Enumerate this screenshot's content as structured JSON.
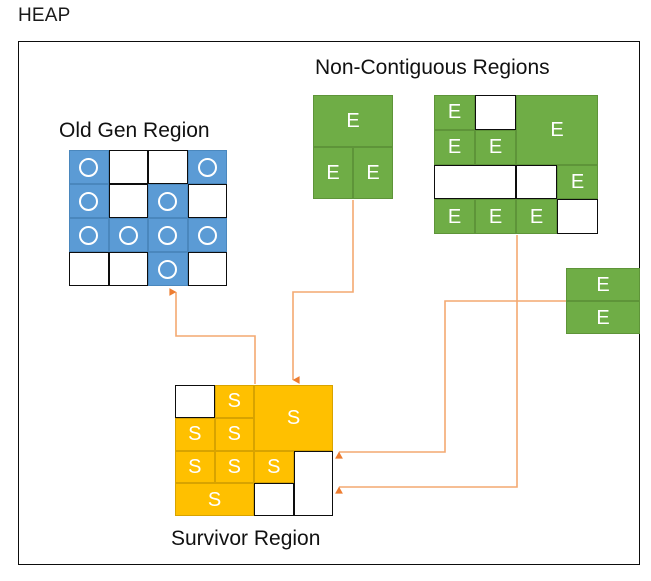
{
  "diagram": {
    "heap_label": "HEAP",
    "colors": {
      "old_gen": "#5B9BD5",
      "eden": "#6FAD46",
      "survivor": "#FFC000",
      "connector": "#ED7D31",
      "outline": "#0D0D0D",
      "background": "#FFFFFF"
    },
    "captions": {
      "old_gen": "Old Gen Region",
      "non_contiguous": "Non-Contiguous Regions",
      "survivor": "Survivor Region"
    },
    "cell_labels": {
      "old": "O",
      "eden": "E",
      "survivor": "S"
    },
    "old_gen_region": {
      "label": "Old Gen Region",
      "rows": 4,
      "cols": 4,
      "grid": [
        [
          "O",
          "",
          "",
          "O"
        ],
        [
          "O",
          "",
          "O",
          ""
        ],
        [
          "O",
          "O",
          "O",
          "O"
        ],
        [
          "",
          "",
          "O",
          ""
        ]
      ]
    },
    "eden_block_left": {
      "rows": 2,
      "cols": 2,
      "cells": [
        {
          "label": "E",
          "row": 0,
          "col": 0,
          "rowspan": 1,
          "colspan": 2
        },
        {
          "label": "E",
          "row": 1,
          "col": 0,
          "rowspan": 1,
          "colspan": 1
        },
        {
          "label": "E",
          "row": 1,
          "col": 1,
          "rowspan": 1,
          "colspan": 1
        }
      ]
    },
    "eden_block_right": {
      "rows": 4,
      "cols": 4,
      "cells": [
        {
          "label": "E",
          "row": 0,
          "col": 0,
          "rowspan": 1,
          "colspan": 1
        },
        {
          "label": "",
          "row": 0,
          "col": 1,
          "rowspan": 1,
          "colspan": 1
        },
        {
          "label": "E",
          "row": 0,
          "col": 2,
          "rowspan": 2,
          "colspan": 2
        },
        {
          "label": "E",
          "row": 1,
          "col": 0,
          "rowspan": 1,
          "colspan": 1
        },
        {
          "label": "E",
          "row": 1,
          "col": 1,
          "rowspan": 1,
          "colspan": 1
        },
        {
          "label": "",
          "row": 2,
          "col": 0,
          "rowspan": 1,
          "colspan": 2
        },
        {
          "label": "",
          "row": 2,
          "col": 2,
          "rowspan": 1,
          "colspan": 1
        },
        {
          "label": "E",
          "row": 2,
          "col": 3,
          "rowspan": 1,
          "colspan": 1
        },
        {
          "label": "E",
          "row": 3,
          "col": 0,
          "rowspan": 1,
          "colspan": 1
        },
        {
          "label": "E",
          "row": 3,
          "col": 1,
          "rowspan": 1,
          "colspan": 1
        },
        {
          "label": "E",
          "row": 3,
          "col": 2,
          "rowspan": 1,
          "colspan": 1
        },
        {
          "label": "",
          "row": 3,
          "col": 3,
          "rowspan": 1,
          "colspan": 1
        }
      ]
    },
    "eden_block_side": {
      "rows": 2,
      "cols": 1,
      "cells": [
        {
          "label": "E",
          "row": 0,
          "col": 0
        },
        {
          "label": "E",
          "row": 1,
          "col": 0
        }
      ]
    },
    "survivor_region": {
      "label": "Survivor Region",
      "rows": 4,
      "cols": 4,
      "cells": [
        {
          "label": "",
          "row": 0,
          "col": 0,
          "rowspan": 1,
          "colspan": 1
        },
        {
          "label": "S",
          "row": 0,
          "col": 1,
          "rowspan": 1,
          "colspan": 1
        },
        {
          "label": "S",
          "row": 0,
          "col": 2,
          "rowspan": 2,
          "colspan": 2
        },
        {
          "label": "S",
          "row": 1,
          "col": 0,
          "rowspan": 1,
          "colspan": 1
        },
        {
          "label": "S",
          "row": 1,
          "col": 1,
          "rowspan": 1,
          "colspan": 1
        },
        {
          "label": "S",
          "row": 2,
          "col": 0,
          "rowspan": 1,
          "colspan": 1
        },
        {
          "label": "S",
          "row": 2,
          "col": 1,
          "rowspan": 1,
          "colspan": 1
        },
        {
          "label": "S",
          "row": 2,
          "col": 2,
          "rowspan": 1,
          "colspan": 1
        },
        {
          "label": "",
          "row": 2,
          "col": 3,
          "rowspan": 2,
          "colspan": 1
        },
        {
          "label": "S",
          "row": 3,
          "col": 0,
          "rowspan": 1,
          "colspan": 2
        },
        {
          "label": "",
          "row": 3,
          "col": 2,
          "rowspan": 1,
          "colspan": 1
        }
      ]
    },
    "connectors": [
      {
        "name": "eden-left-to-survivor",
        "from": "eden_block_left",
        "to": "survivor_region"
      },
      {
        "name": "survivor-to-old-gen",
        "from": "survivor_region",
        "to": "old_gen_region"
      },
      {
        "name": "eden-right-to-survivor",
        "from": "eden_block_right",
        "to": "survivor_region"
      },
      {
        "name": "eden-side-to-survivor",
        "from": "eden_block_side",
        "to": "survivor_region"
      }
    ]
  }
}
